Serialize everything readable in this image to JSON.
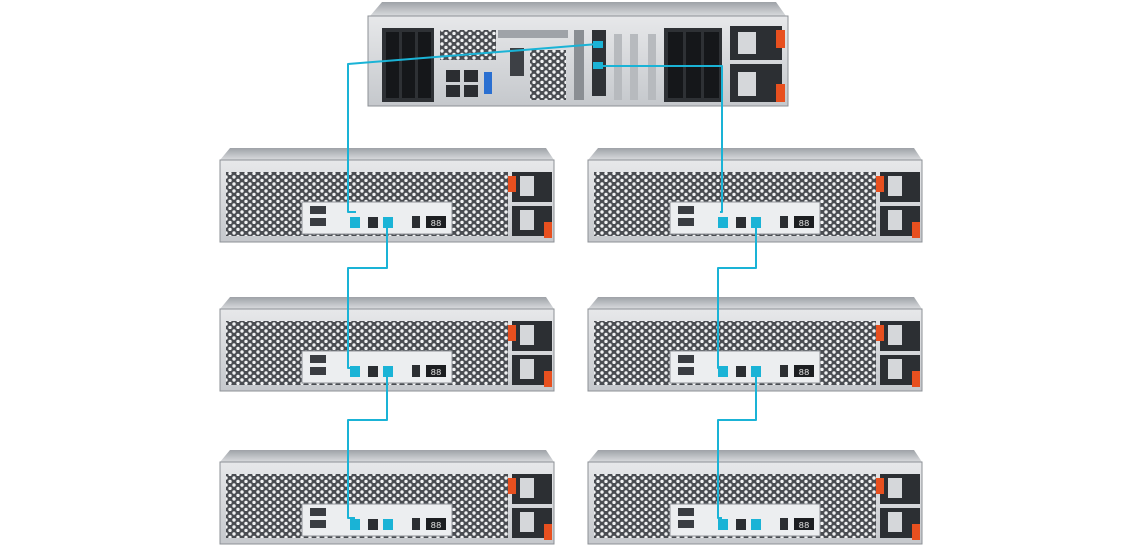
{
  "diagram": {
    "type": "storage-expansion-cabling",
    "host": {
      "name": "nas-host-2u-rear",
      "ports": [
        "sas-port-1",
        "sas-port-2"
      ]
    },
    "chains": [
      {
        "side": "left",
        "units": 3,
        "connections": [
          "host.sas-port-1 -> unit1.in",
          "unit1.out -> unit2.in",
          "unit2.out -> unit3.in"
        ]
      },
      {
        "side": "right",
        "units": 3,
        "connections": [
          "host.sas-port-2 -> unit1.in",
          "unit1.out -> unit2.in",
          "unit2.out -> unit3.in"
        ]
      }
    ],
    "colors": {
      "cable": "#1ab3d6",
      "chassis": "#c9ccd0",
      "chassis_dark": "#3c3f44",
      "psu_handle": "#e8501f",
      "background": "#ffffff"
    },
    "jbod_led_text": "88"
  }
}
